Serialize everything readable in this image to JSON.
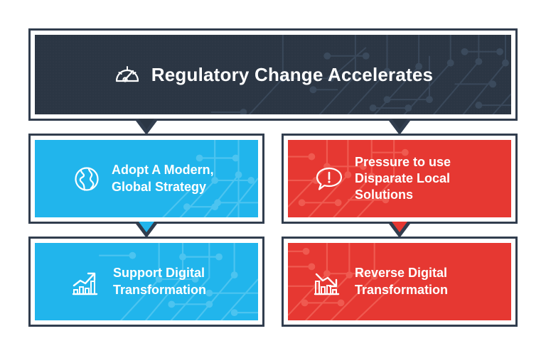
{
  "graphic": {
    "title": "Regulatory Change Accelerates",
    "colors": {
      "dark": "#2b3644",
      "outline": "#313d4e",
      "blue": "#21b5ec",
      "red": "#e63832",
      "text": "#ffffff",
      "background": "#ffffff"
    }
  },
  "header": {
    "title": "Regulatory Change Accelerates",
    "icon": "speedometer-icon"
  },
  "cards": [
    {
      "id": "adopt",
      "line1": "Adopt A Modern,",
      "line2": "Global Strategy",
      "line3": "",
      "icon": "globe-icon",
      "tone": "blue"
    },
    {
      "id": "pressure",
      "line1": "Pressure to use",
      "line2": "Disparate Local",
      "line3": "Solutions",
      "icon": "exclamation-speech-bubble-icon",
      "tone": "red"
    },
    {
      "id": "support",
      "line1": "Support Digital",
      "line2": "Transformation",
      "line3": "",
      "icon": "bar-chart-up-arrow-icon",
      "tone": "blue"
    },
    {
      "id": "reverse",
      "line1": "Reverse Digital",
      "line2": "Transformation",
      "line3": "",
      "icon": "bar-chart-down-arrow-icon",
      "tone": "red"
    }
  ]
}
